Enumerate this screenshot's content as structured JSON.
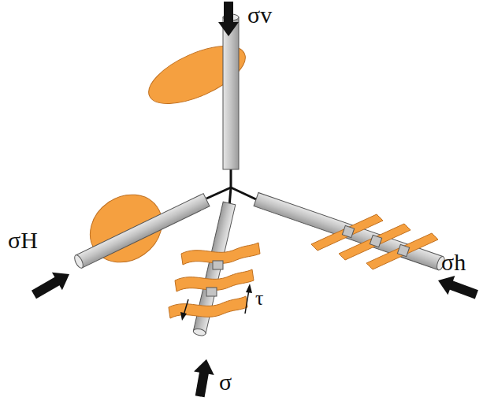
{
  "diagram": {
    "labels": [
      "σv",
      "σH",
      "σh",
      "σ",
      "τ"
    ]
  }
}
